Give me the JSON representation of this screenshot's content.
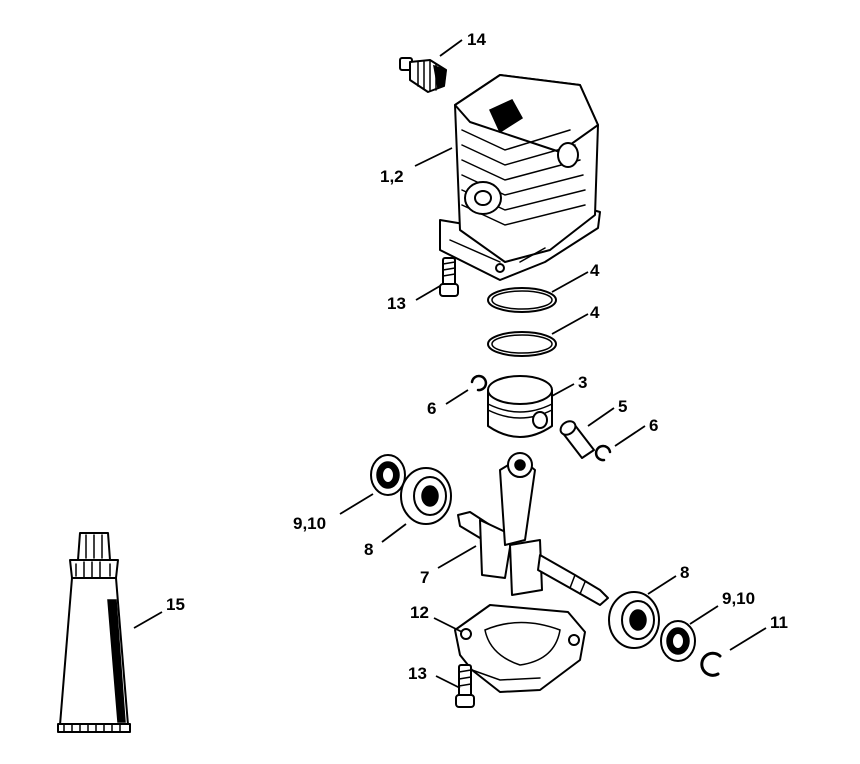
{
  "callouts": {
    "c14": "14",
    "c1_2": "1,2",
    "c4a": "4",
    "c4b": "4",
    "c13a": "13",
    "c3": "3",
    "c6a": "6",
    "c5": "5",
    "c6b": "6",
    "c9_10a": "9,10",
    "c8a": "8",
    "c7": "7",
    "c8b": "8",
    "c9_10b": "9,10",
    "c11": "11",
    "c12": "12",
    "c13b": "13",
    "c15": "15"
  },
  "colors": {
    "ink": "#000000",
    "paper": "#ffffff"
  }
}
